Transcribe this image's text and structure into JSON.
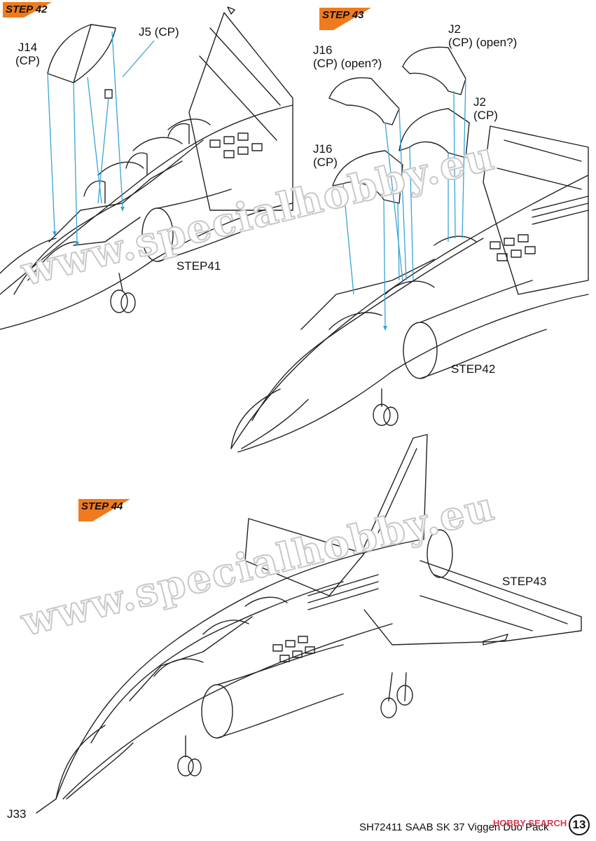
{
  "steps": {
    "s42": "STEP 42",
    "s43": "STEP 43",
    "s44": "STEP 44"
  },
  "labels": {
    "j14": [
      "J14",
      "(CP)"
    ],
    "j5": "J5 (CP)",
    "step41_ref": "STEP41",
    "j16_open": [
      "J16",
      "(CP) (open?)"
    ],
    "j2_open": [
      "J2",
      "(CP) (open?)"
    ],
    "j2": [
      "J2",
      "(CP)"
    ],
    "j16": [
      "J16",
      "(CP)"
    ],
    "step42_ref": "STEP42",
    "step43_ref": "STEP43",
    "j33": "J33"
  },
  "watermark": "www.specialhobby.eu",
  "footer": {
    "title": "SH72411 SAAB SK 37 Viggen Duo Pack",
    "brand": "HOBBY SEARCH",
    "page": "13"
  },
  "colors": {
    "step_flag": "#f07a1e",
    "leader_line": "#3aa3d6",
    "line_art": "#222222"
  }
}
